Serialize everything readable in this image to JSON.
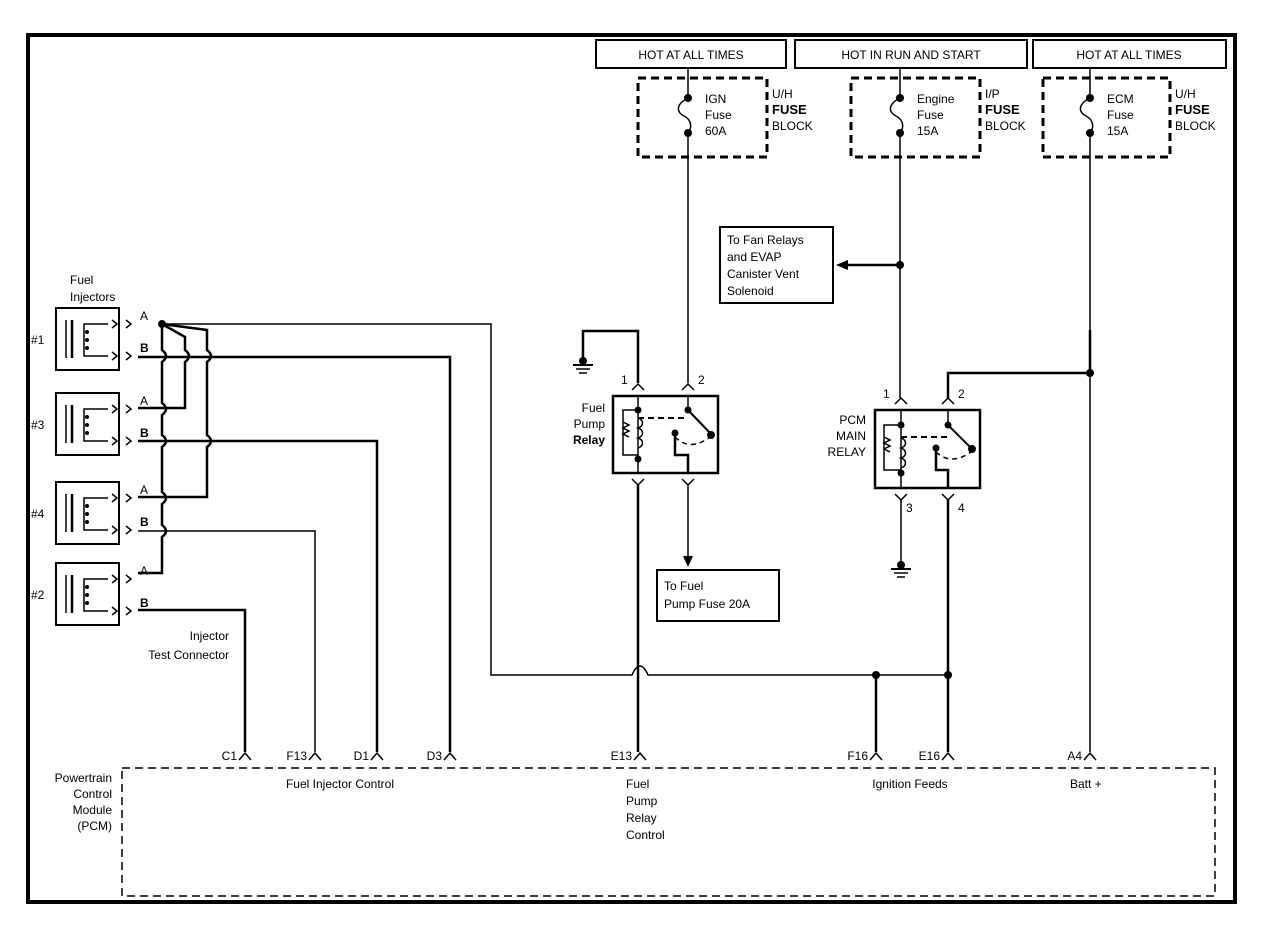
{
  "diagram": {
    "title_boxes": [
      {
        "label": "HOT AT ALL TIMES"
      },
      {
        "label": "HOT IN RUN AND START"
      },
      {
        "label": "HOT AT ALL TIMES"
      }
    ],
    "fuses": [
      {
        "name": "IGN",
        "word": "Fuse",
        "rating": "60A",
        "block": [
          "U/H",
          "FUSE",
          "BLOCK"
        ]
      },
      {
        "name": "Engine",
        "word": "Fuse",
        "rating": "15A",
        "block": [
          "I/P",
          "FUSE",
          "BLOCK"
        ]
      },
      {
        "name": "ECM",
        "word": "Fuse",
        "rating": "15A",
        "block": [
          "U/H",
          "FUSE",
          "BLOCK"
        ]
      }
    ],
    "fan_relays_box": [
      "To Fan Relays",
      "and EVAP",
      "Canister Vent",
      "Solenoid"
    ],
    "fuel_pump_fuse_box": [
      "To Fuel",
      "Pump Fuse 20A"
    ],
    "injectors": {
      "title": [
        "Fuel",
        "Injectors"
      ],
      "items": [
        {
          "label": "#1",
          "pin_a": "A",
          "pin_b": "B"
        },
        {
          "label": "#3",
          "pin_a": "A",
          "pin_b": "B"
        },
        {
          "label": "#4",
          "pin_a": "A",
          "pin_b": "B"
        },
        {
          "label": "#2",
          "pin_a": "A",
          "pin_b": "B"
        }
      ],
      "test_connector": [
        "Injector",
        "Test Connector"
      ]
    },
    "fuel_pump_relay": {
      "label": [
        "Fuel",
        "Pump",
        "Relay"
      ],
      "pins": [
        "1",
        "2"
      ]
    },
    "pcm_main_relay": {
      "label": [
        "PCM",
        "MAIN",
        "RELAY"
      ],
      "pins": [
        "1",
        "2",
        "3",
        "4"
      ]
    },
    "pcm": {
      "label": [
        "Powertrain",
        "Control",
        "Module",
        "(PCM)"
      ],
      "terminals": [
        "C1",
        "F13",
        "D1",
        "D3",
        "E13",
        "F16",
        "E16",
        "A4"
      ],
      "functions": {
        "injector": "Fuel Injector Control",
        "fuel_pump": [
          "Fuel",
          "Pump",
          "Relay",
          "Control"
        ],
        "ignition": "Ignition Feeds",
        "battery": "Batt +"
      }
    }
  }
}
